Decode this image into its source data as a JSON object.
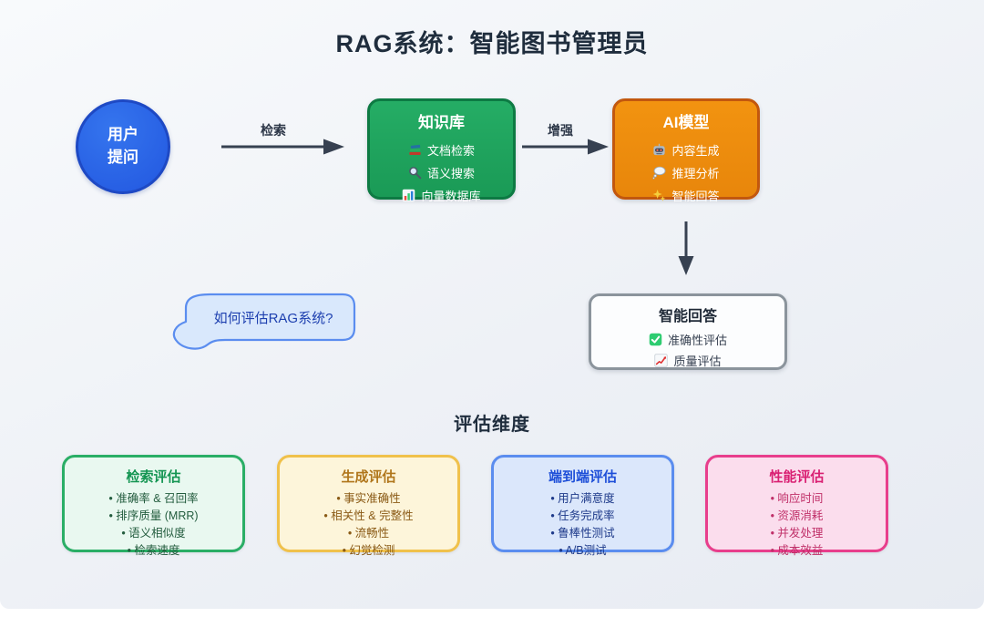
{
  "title": "RAG系统：智能图书管理员",
  "flow": {
    "user_node": {
      "lines": [
        "用户",
        "提问"
      ]
    },
    "edges": {
      "retrieval_label": "检索",
      "augment_label": "增强"
    },
    "knowledge_node": {
      "title": "知识库",
      "items": [
        {
          "icon": "books-icon",
          "label": "文档检索"
        },
        {
          "icon": "magnifier-icon",
          "label": "语义搜索"
        },
        {
          "icon": "bar-chart-icon",
          "label": "向量数据库"
        }
      ]
    },
    "ai_node": {
      "title": "AI模型",
      "items": [
        {
          "icon": "robot-icon",
          "label": "内容生成"
        },
        {
          "icon": "thought-bubble-icon",
          "label": "推理分析"
        },
        {
          "icon": "sparkles-icon",
          "label": "智能回答"
        }
      ]
    },
    "answer_node": {
      "title": "智能回答",
      "items": [
        {
          "icon": "check-icon",
          "label": "准确性评估"
        },
        {
          "icon": "chart-up-icon",
          "label": "质量评估"
        }
      ]
    },
    "question_bubble": "如何评估RAG系统?"
  },
  "evaluation": {
    "section_title": "评估维度",
    "cards": [
      {
        "title": "检索评估",
        "accent": "#2aae66",
        "items": [
          "准确率 & 召回率",
          "排序质量 (MRR)",
          "语义相似度",
          "检索速度"
        ]
      },
      {
        "title": "生成评估",
        "accent": "#f0c14b",
        "items": [
          "事实准确性",
          "相关性 & 完整性",
          "流畅性",
          "幻觉检测"
        ]
      },
      {
        "title": "端到端评估",
        "accent": "#5b8def",
        "items": [
          "用户满意度",
          "任务完成率",
          "鲁棒性测试",
          "A/B测试"
        ]
      },
      {
        "title": "性能评估",
        "accent": "#e83e8c",
        "items": [
          "响应时间",
          "资源消耗",
          "并发处理",
          "成本效益"
        ]
      }
    ]
  },
  "colors": {
    "background_top": "#f8fafc",
    "background_bottom": "#e7ebf2",
    "user_node": "#2257e0",
    "knowledge_node": "#1a9a56",
    "ai_node": "#e8860b",
    "answer_node_border": "#8b949c",
    "arrow": "#374151",
    "title_text": "#1f2d3d",
    "bubble_fill": "#d9e8fc",
    "bubble_border": "#5b8def"
  }
}
